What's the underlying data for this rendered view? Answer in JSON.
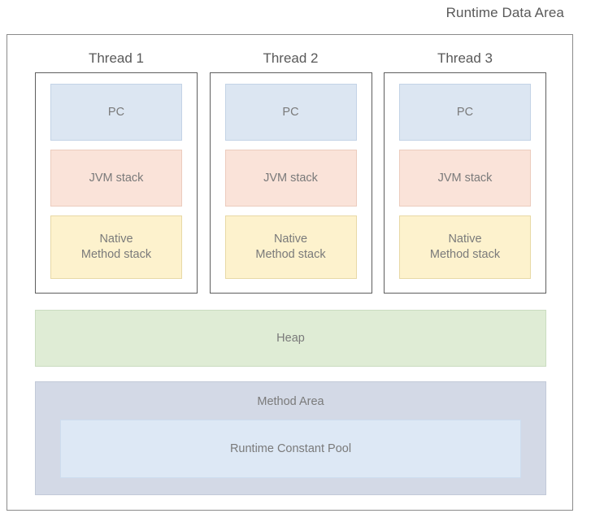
{
  "diagram": {
    "title": "Runtime Data Area",
    "threads": [
      {
        "title": "Thread 1",
        "regions": [
          {
            "label": "PC",
            "color": "#dce6f2"
          },
          {
            "label": "JVM stack",
            "color": "#fae3d9"
          },
          {
            "label": "Native\nMethod stack",
            "line1": "Native",
            "line2": "Method stack",
            "color": "#fdf2cd"
          }
        ]
      },
      {
        "title": "Thread 2",
        "regions": [
          {
            "label": "PC",
            "color": "#dce6f2"
          },
          {
            "label": "JVM stack",
            "color": "#fae3d9"
          },
          {
            "label": "Native\nMethod stack",
            "line1": "Native",
            "line2": "Method stack",
            "color": "#fdf2cd"
          }
        ]
      },
      {
        "title": "Thread 3",
        "regions": [
          {
            "label": "PC",
            "color": "#dce6f2"
          },
          {
            "label": "JVM stack",
            "color": "#fae3d9"
          },
          {
            "label": "Native\nMethod stack",
            "line1": "Native",
            "line2": "Method stack",
            "color": "#fdf2cd"
          }
        ]
      }
    ],
    "heap": {
      "label": "Heap",
      "color": "#dfecd5"
    },
    "method_area": {
      "label": "Method Area",
      "color": "#d3d9e6",
      "constant_pool": {
        "label": "Runtime Constant Pool",
        "color": "#dde8f5"
      }
    },
    "colors": {
      "text": "#7a7a7a",
      "title_text": "#595959",
      "frame_border": "#8a8a8a",
      "thread_border": "#5e5e5e",
      "background": "#ffffff"
    }
  }
}
